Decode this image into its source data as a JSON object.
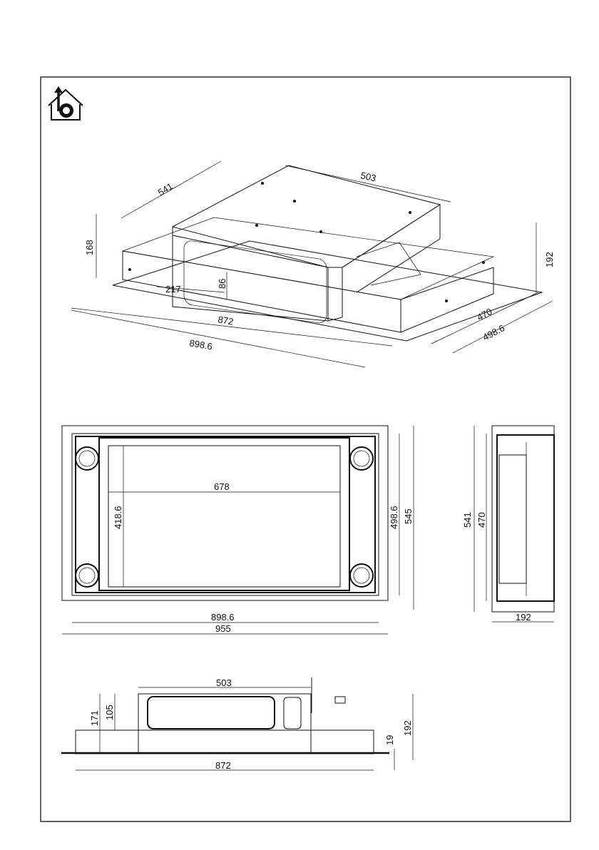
{
  "icon": "ducted-extraction-house-icon",
  "iso_view": {
    "depth_541": "541",
    "width_503": "503",
    "height_168": "168",
    "height_192": "192",
    "offset_217": "217",
    "height_86": "86",
    "width_872": "872",
    "width_898_6": "898.6",
    "depth_470": "470",
    "depth_498_6": "498.6"
  },
  "top_view": {
    "inner_width": "678",
    "inner_height": "418.6",
    "frame_height": "498.6",
    "outer_height": "545",
    "frame_width": "898.6",
    "outer_width": "955"
  },
  "side_view": {
    "outer_depth": "541",
    "inner_depth": "470",
    "height": "192"
  },
  "front_view": {
    "motor_width": "503",
    "height_171": "171",
    "height_105": "105",
    "height_192": "192",
    "frame_19": "19",
    "width_872": "872"
  }
}
